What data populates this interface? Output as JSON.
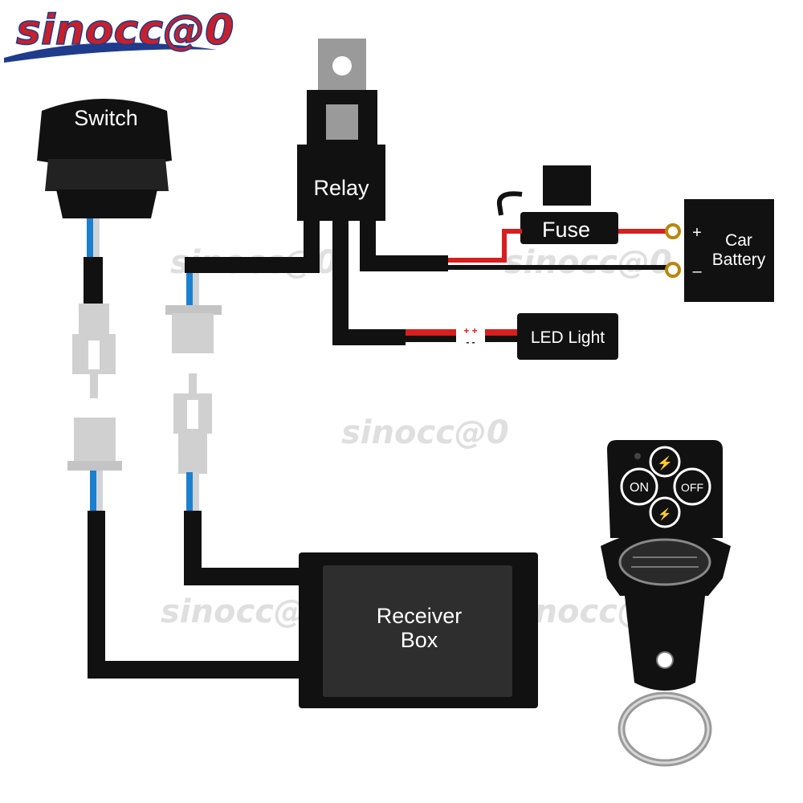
{
  "brand": {
    "logo_text": "sinocc@0",
    "watermark_text": "sinocc@0",
    "colors": {
      "red": "#c8202a",
      "blue": "#1f3b8c"
    }
  },
  "components": {
    "switch": "Switch",
    "relay": "Relay",
    "fuse": "Fuse",
    "battery_line1": "Car",
    "battery_line2": "Battery",
    "led": "LED Light",
    "receiver_line1": "Receiver",
    "receiver_line2": "Box"
  },
  "battery_terminals": {
    "positive": "+",
    "negative": "–"
  },
  "led_polarity": {
    "positive": "+ +",
    "negative": "- -"
  },
  "remote": {
    "on_button": "ON",
    "off_button": "OFF",
    "aux1_icon": "lightning-icon",
    "aux2_icon": "double-lightning-icon"
  },
  "wire_colors": {
    "power": "#d81e1e",
    "ground": "#111111",
    "signal_a": "#1c7fcf",
    "signal_b": "#cfd4d8"
  }
}
